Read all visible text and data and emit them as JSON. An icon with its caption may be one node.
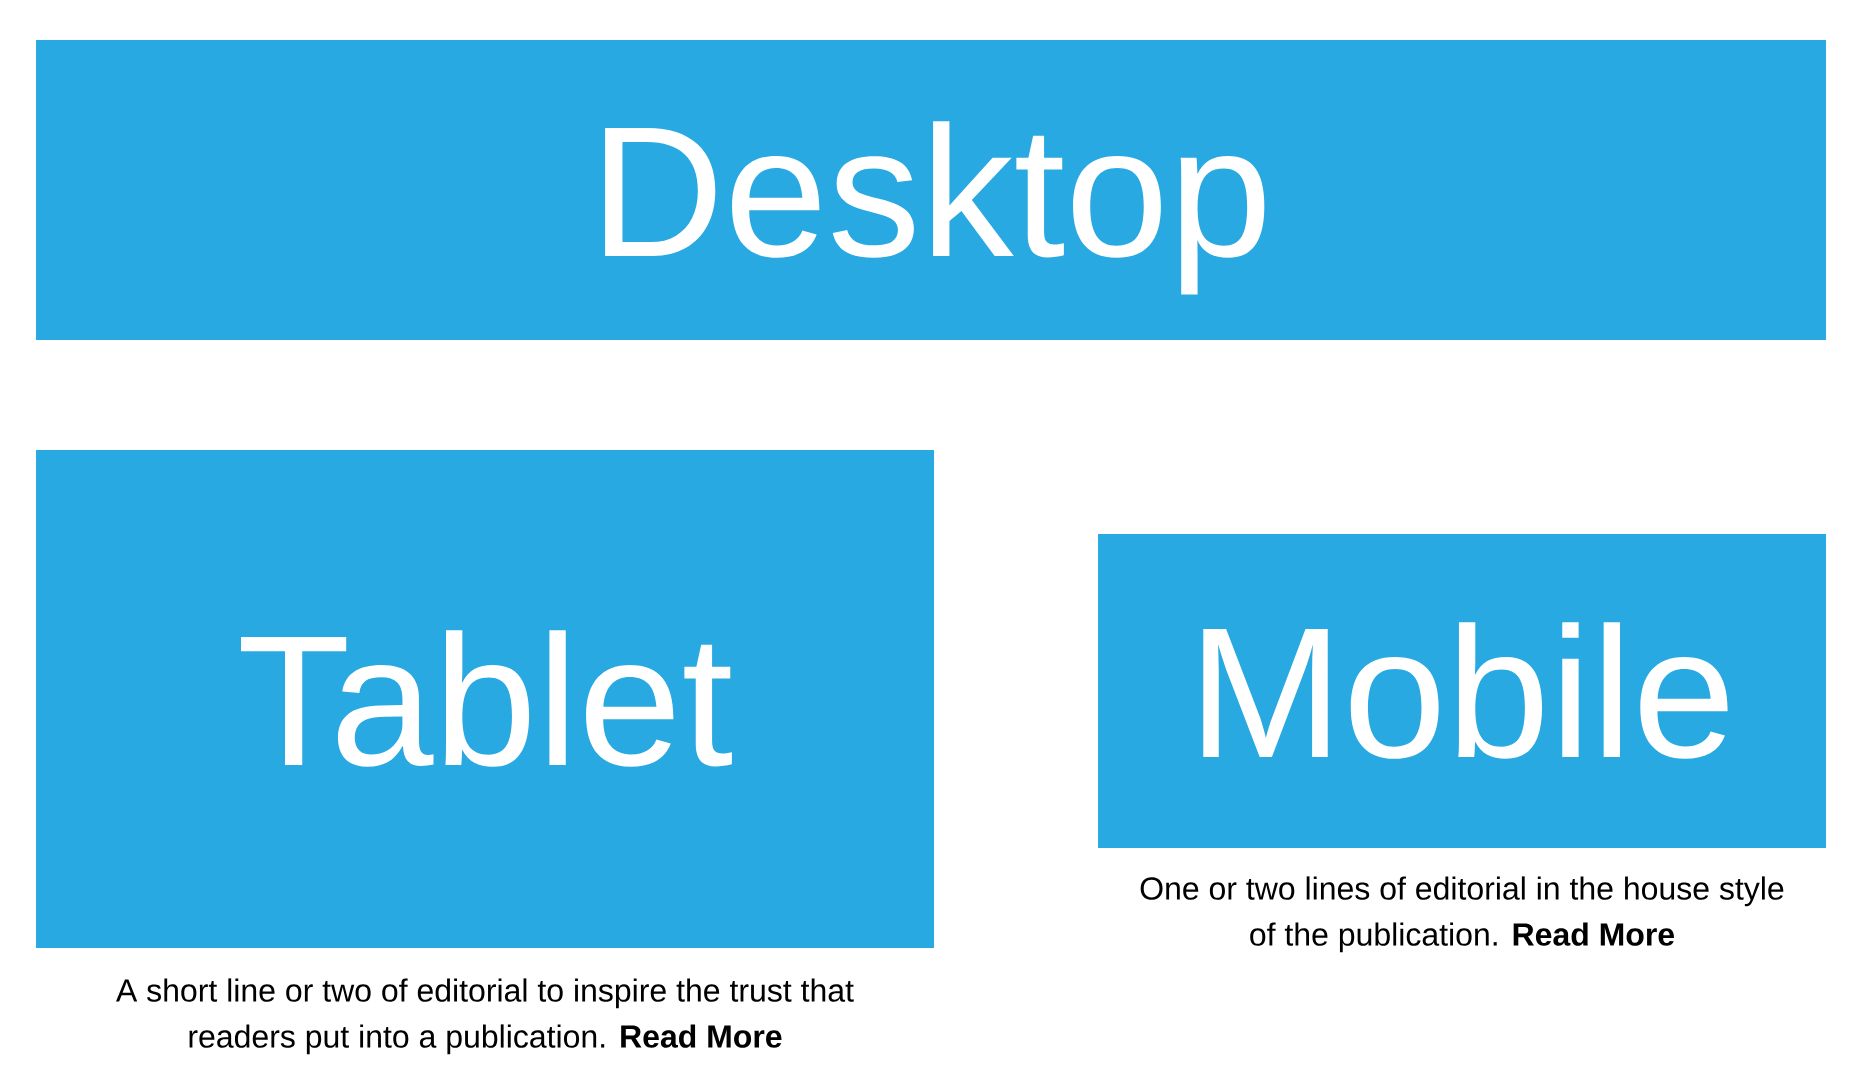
{
  "diagram": {
    "nodes": [
      {
        "text": [
          "Desktop"
        ]
      },
      {
        "text": [
          "Tablet"
        ],
        "beside": [
          "A short line or two of editorial to inspire the trust that readers put into a publication. **Read More**"
        ]
      },
      {
        "text": [
          "Mobile"
        ],
        "beside": [
          "One or two lines of editorial in the house style of the publication. **Read More**"
        ]
      }
    ]
  }
}
